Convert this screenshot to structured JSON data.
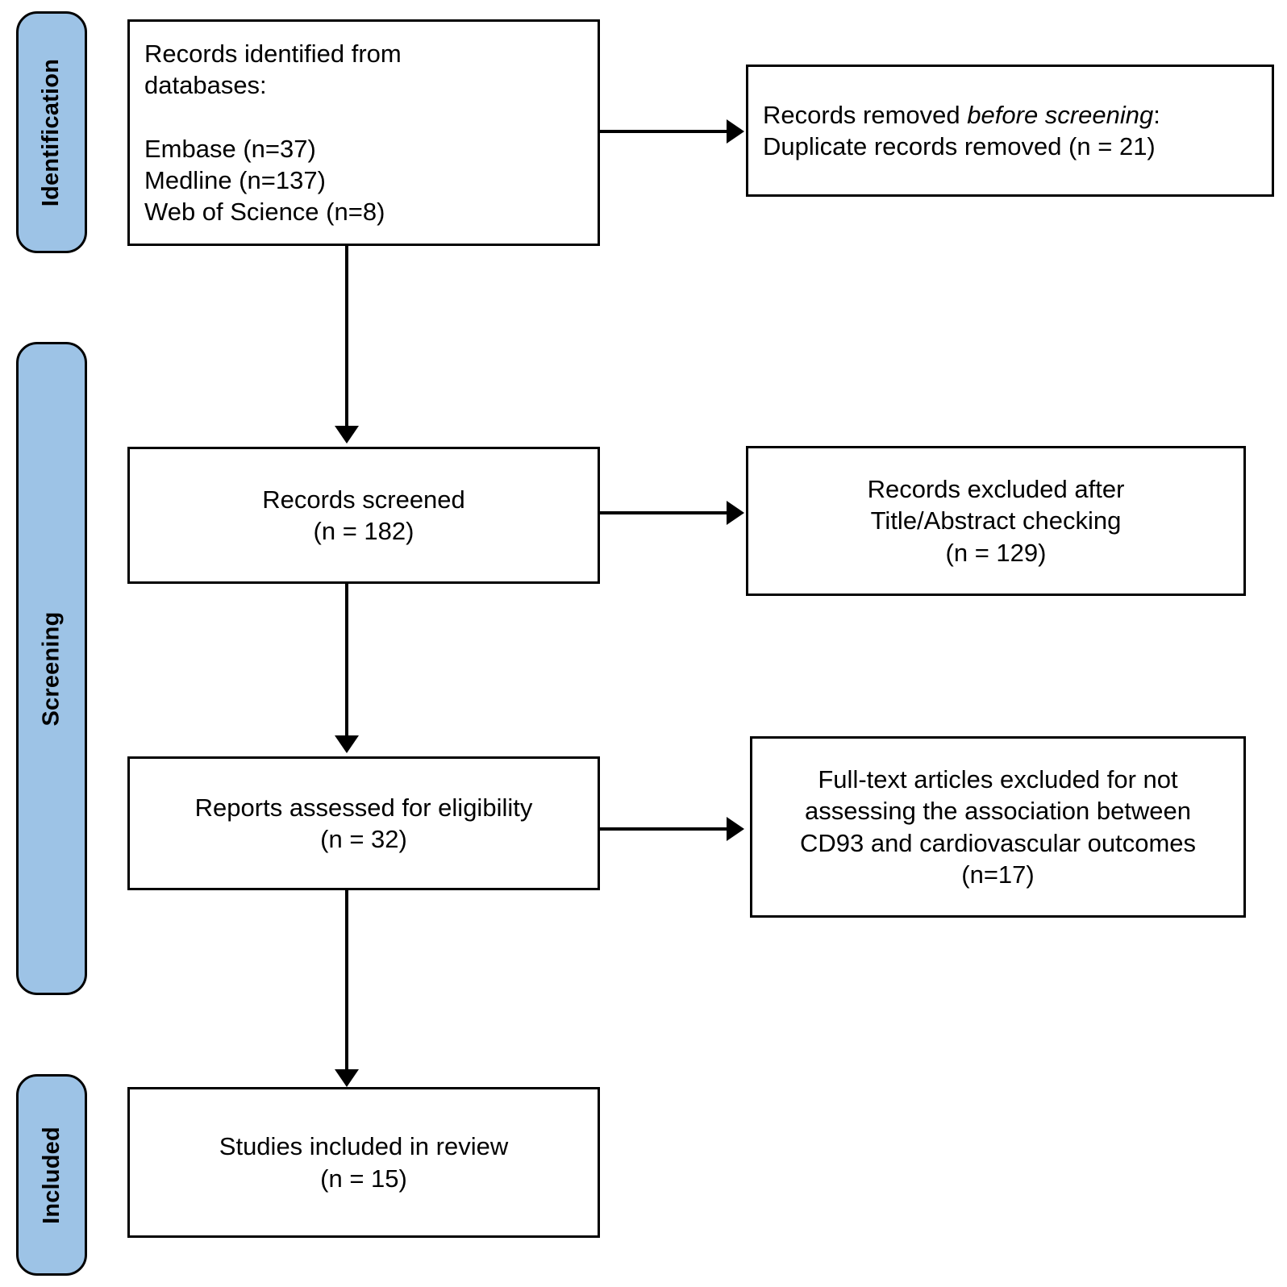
{
  "diagram": {
    "title": "PRISMA flow diagram",
    "accent_color": "#9DC3E6",
    "line_color": "#000000",
    "background_color": "#FFFFFF"
  },
  "stages": [
    {
      "id": "identification",
      "label": "Identification"
    },
    {
      "id": "screening",
      "label": "Screening"
    },
    {
      "id": "included",
      "label": "Included"
    }
  ],
  "boxes": {
    "records_identified": {
      "line1": "Records identified from",
      "line2": "databases:",
      "blank": "",
      "source1": "Embase (n=37)",
      "source2": "Medline (n=137)",
      "source3": "Web of Science (n=8)"
    },
    "records_removed": {
      "line1_a": "Records removed ",
      "line1_italic": "before screening",
      "line1_b": ":",
      "line2": "Duplicate records removed (n = 21)"
    },
    "records_screened": {
      "line1": "Records screened",
      "line2": "(n = 182)"
    },
    "records_excluded": {
      "line1": "Records excluded after",
      "line2": "Title/Abstract checking",
      "line3": "(n = 129)"
    },
    "reports_assessed": {
      "line1": "Reports assessed for eligibility",
      "line2": "(n = 32)"
    },
    "fulltext_excluded": {
      "line1": "Full-text articles excluded for not",
      "line2": "assessing the association between",
      "line3": "CD93 and cardiovascular outcomes",
      "line4": "(n=17)"
    },
    "studies_included": {
      "line1": "Studies included in review",
      "line2": "(n = 15)"
    }
  },
  "chart_data": {
    "type": "diagram",
    "title": "PRISMA 2020 flow diagram",
    "stages": [
      "Identification",
      "Screening",
      "Included"
    ],
    "nodes": [
      {
        "id": "records_identified",
        "stage": "Identification",
        "label": "Records identified from databases",
        "n": 182,
        "sources": [
          {
            "name": "Embase",
            "n": 37
          },
          {
            "name": "Medline",
            "n": 137
          },
          {
            "name": "Web of Science",
            "n": 8
          }
        ]
      },
      {
        "id": "records_removed",
        "stage": "Identification",
        "label": "Records removed before screening: Duplicate records removed",
        "n": 21
      },
      {
        "id": "records_screened",
        "stage": "Screening",
        "label": "Records screened",
        "n": 182
      },
      {
        "id": "records_excluded",
        "stage": "Screening",
        "label": "Records excluded after Title/Abstract checking",
        "n": 129
      },
      {
        "id": "reports_assessed",
        "stage": "Screening",
        "label": "Reports assessed for eligibility",
        "n": 32
      },
      {
        "id": "fulltext_excluded",
        "stage": "Screening",
        "label": "Full-text articles excluded for not assessing the association between CD93 and cardiovascular outcomes",
        "n": 17
      },
      {
        "id": "studies_included",
        "stage": "Included",
        "label": "Studies included in review",
        "n": 15
      }
    ],
    "edges": [
      {
        "from": "records_identified",
        "to": "records_removed",
        "direction": "right"
      },
      {
        "from": "records_identified",
        "to": "records_screened",
        "direction": "down"
      },
      {
        "from": "records_screened",
        "to": "records_excluded",
        "direction": "right"
      },
      {
        "from": "records_screened",
        "to": "reports_assessed",
        "direction": "down"
      },
      {
        "from": "reports_assessed",
        "to": "fulltext_excluded",
        "direction": "right"
      },
      {
        "from": "reports_assessed",
        "to": "studies_included",
        "direction": "down"
      }
    ]
  }
}
